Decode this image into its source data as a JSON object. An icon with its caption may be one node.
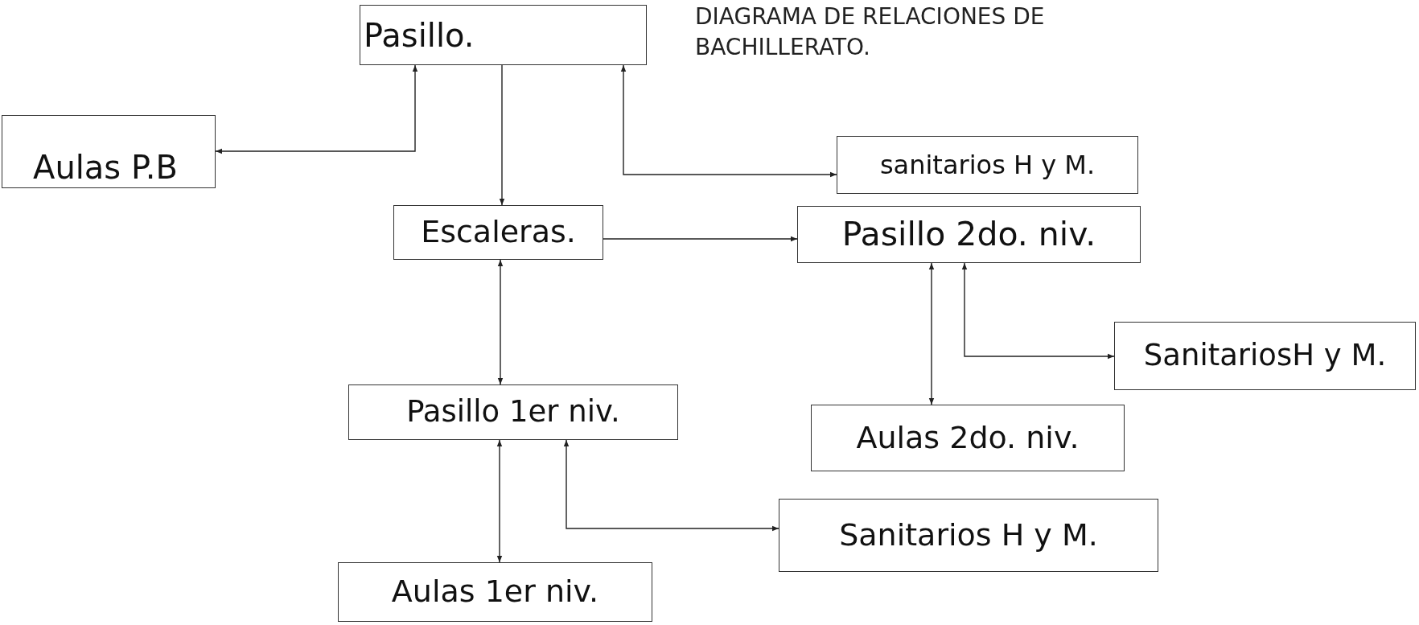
{
  "diagram": {
    "title": "DIAGRAMA DE RELACIONES DE BACHILLERATO.",
    "nodes": [
      {
        "text": [
          "Pasillo."
        ]
      },
      {
        "text": [
          "Aulas P.B"
        ]
      },
      {
        "text": [
          "sanitarios H y M."
        ]
      },
      {
        "text": [
          "Escaleras."
        ]
      },
      {
        "text": [
          "Pasillo 2do. niv."
        ]
      },
      {
        "text": [
          "SanitariosH y M."
        ]
      },
      {
        "text": [
          "Pasillo 1er niv."
        ]
      },
      {
        "text": [
          "Aulas 2do. niv."
        ]
      },
      {
        "text": [
          "Sanitarios H y M."
        ]
      },
      {
        "text": [
          "Aulas 1er niv."
        ]
      }
    ],
    "edges": [
      {
        "from": 0,
        "to": 3,
        "arrow": "to"
      },
      {
        "from": 0,
        "to": 1,
        "arrow": "both"
      },
      {
        "from": 0,
        "to": 2,
        "arrow": "both"
      },
      {
        "from": 3,
        "to": 4,
        "arrow": "to"
      },
      {
        "from": 3,
        "to": 6,
        "arrow": "both"
      },
      {
        "from": 6,
        "to": 9,
        "arrow": "both"
      },
      {
        "from": 6,
        "to": 8,
        "arrow": "both"
      },
      {
        "from": 4,
        "to": 7,
        "arrow": "both"
      },
      {
        "from": 4,
        "to": 5,
        "arrow": "both"
      }
    ]
  }
}
